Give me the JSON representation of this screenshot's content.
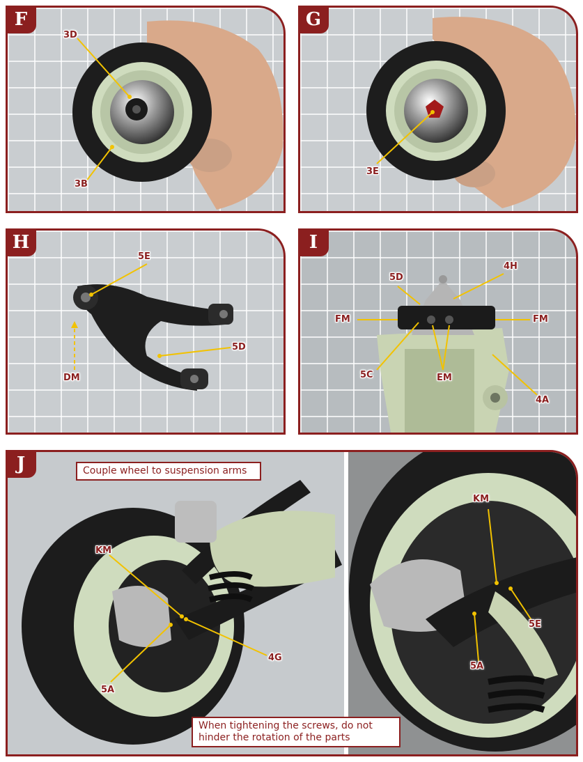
{
  "panels": {
    "f": {
      "step": "F",
      "labels": {
        "a": "3D",
        "b": "3B"
      }
    },
    "g": {
      "step": "G",
      "labels": {
        "a": "3E"
      }
    },
    "h": {
      "step": "H",
      "labels": {
        "a": "5E",
        "b": "5D",
        "c": "DM"
      }
    },
    "i": {
      "step": "I",
      "labels": {
        "a": "5D",
        "b": "4H",
        "c": "FM",
        "d": "FM",
        "e": "5C",
        "f": "EM",
        "g": "4A"
      }
    },
    "j": {
      "step": "J",
      "note_top": "Couple wheel to suspension arms",
      "note_bottom": "When tightening the screws, do not hinder the rotation of the parts",
      "labels": {
        "a": "KM",
        "b": "4G",
        "c": "5A",
        "d": "KM",
        "e": "5E",
        "f": "5A"
      }
    }
  },
  "colors": {
    "accent": "#8b1f1f",
    "leader": "#f2c200"
  }
}
